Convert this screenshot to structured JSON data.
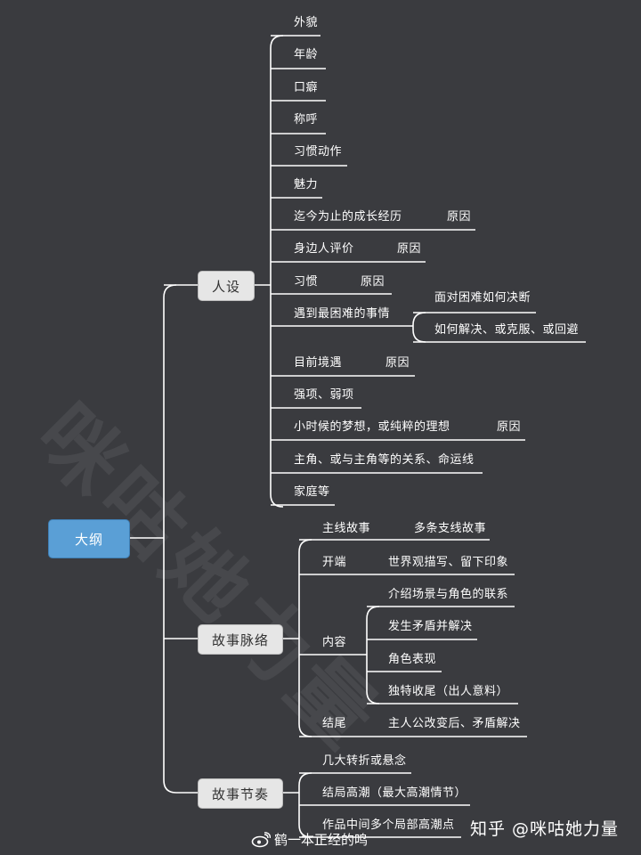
{
  "root": "大纲",
  "branches": {
    "renshe": {
      "label": "人设",
      "items": {
        "waimao": "外貌",
        "nianling": "年龄",
        "koupi": "口癖",
        "chenghu": "称呼",
        "xiguan_dongzuo": "习惯动作",
        "meili": "魅力",
        "chengzhang": "迄今为止的成长经历",
        "chengzhang_note": "原因",
        "pingjia": "身边人评价",
        "pingjia_note": "原因",
        "xiguan": "习惯",
        "xiguan_note": "原因",
        "kunnan": "遇到最困难的事情",
        "kunnan_sub1": "面对困难如何决断",
        "kunnan_sub2": "如何解决、或克服、或回避",
        "jingyu": "目前境遇",
        "jingyu_note": "原因",
        "qiangruo": "强项、弱项",
        "mengxiang": "小时候的梦想，或纯粹的理想",
        "mengxiang_note": "原因",
        "guanxi": "主角、或与主角等的关系、命运线",
        "jiating": "家庭等"
      }
    },
    "mailuo": {
      "label": "故事脉络",
      "items": {
        "zhuxian": "主线故事",
        "zhuxian_note": "多条支线故事",
        "kaiduan": "开端",
        "kaiduan_note": "世界观描写、留下印象",
        "neirong": "内容",
        "neirong_sub1": "介绍场景与角色的联系",
        "neirong_sub2": "发生矛盾并解决",
        "neirong_sub3": "角色表现",
        "neirong_sub4": "独特收尾（出人意料）",
        "jiewei": "结尾",
        "jiewei_note": "主人公改变后、矛盾解决"
      }
    },
    "jiezou": {
      "label": "故事节奏",
      "items": {
        "zhuanzhe": "几大转折或悬念",
        "gaochao": "结局高潮（最大高潮情节）",
        "jubu": "作品中间多个局部高潮点"
      }
    }
  },
  "watermark": "咪咕她力量",
  "credits": {
    "zhihu": "知乎 @咪咕她力量",
    "weibo": "鹤一本正经的鸣"
  },
  "colors": {
    "background": "#3a3b3f",
    "root_fill": "#5a9fd6",
    "branch_fill": "#e6e6e6",
    "line": "#ffffff"
  }
}
